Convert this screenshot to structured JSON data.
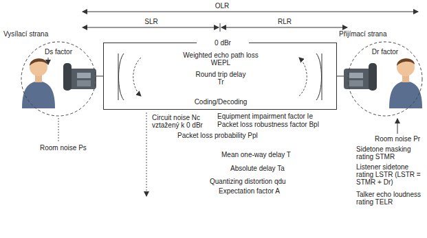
{
  "diagram": {
    "nodes": [
      {
        "text": [
          "Vysílací strana",
          "Ds factor"
        ]
      },
      {
        "text": [
          "Přijímací strana",
          "Dr factor"
        ]
      },
      {
        "text": [
          "0 dBr",
          "Weighted echo path loss WEPL",
          "Round trip delay Tr",
          "Coding/Decoding"
        ]
      }
    ],
    "labels": [
      "OLR",
      "SLR",
      "RLR",
      "Room noise Ps",
      "Circuit noise Nc vztažený k 0 dBr",
      "Equipment impairment factor Ie",
      "Packet loss robustness factor Bpl",
      "Packet loss probability Ppl",
      "Mean one-way delay T",
      "Absolute delay Ta",
      "Quantizing distortion qdu",
      "Expectation factor A",
      "Room noise Pr",
      "Sidetone masking rating STMR",
      "Listener sidetone rating LSTR (LSTR = STMR + Dr)",
      "Talker echo loudness rating TELR"
    ]
  }
}
